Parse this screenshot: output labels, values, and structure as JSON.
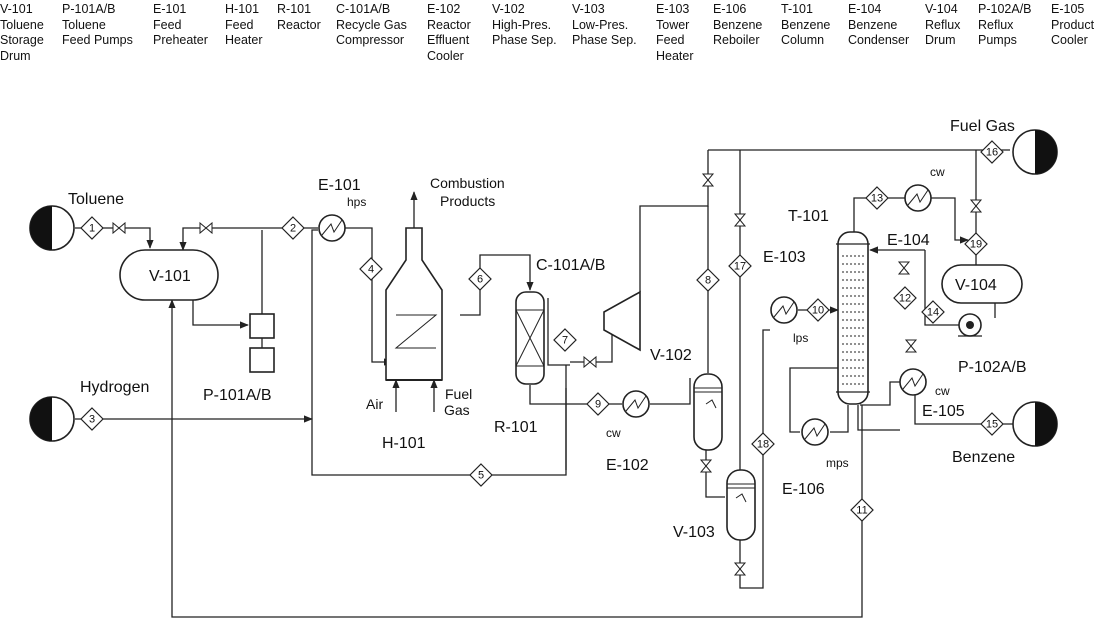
{
  "equipment_list": [
    {
      "tag": "V-101",
      "desc": "Toluene\nStorage\nDrum"
    },
    {
      "tag": "P-101A/B",
      "desc": "Toluene\nFeed Pumps"
    },
    {
      "tag": "E-101",
      "desc": "Feed\nPreheater"
    },
    {
      "tag": "H-101",
      "desc": "Feed\nHeater"
    },
    {
      "tag": "R-101",
      "desc": "Reactor"
    },
    {
      "tag": "C-101A/B",
      "desc": "Recycle Gas\nCompressor"
    },
    {
      "tag": "E-102",
      "desc": "Reactor\nEffluent\nCooler"
    },
    {
      "tag": "V-102",
      "desc": "High-Pres.\nPhase Sep."
    },
    {
      "tag": "V-103",
      "desc": "Low-Pres.\nPhase Sep."
    },
    {
      "tag": "E-103",
      "desc": "Tower\nFeed\nHeater"
    },
    {
      "tag": "E-106",
      "desc": "Benzene\nReboiler"
    },
    {
      "tag": "T-101",
      "desc": "Benzene\nColumn"
    },
    {
      "tag": "E-104",
      "desc": "Benzene\nCondenser"
    },
    {
      "tag": "V-104",
      "desc": "Reflux\nDrum"
    },
    {
      "tag": "P-102A/B",
      "desc": "Reflux\nPumps"
    },
    {
      "tag": "E-105",
      "desc": "Product\nCooler"
    }
  ],
  "diagram": {
    "feeds": {
      "toluene": "Toluene",
      "hydrogen": "Hydrogen"
    },
    "products": {
      "fuel_gas": "Fuel Gas",
      "benzene": "Benzene"
    },
    "tags": {
      "v101": "V-101",
      "p101": "P-101A/B",
      "e101": "E-101",
      "h101": "H-101",
      "r101": "R-101",
      "c101": "C-101A/B",
      "e102": "E-102",
      "v102": "V-102",
      "v103": "V-103",
      "e103": "E-103",
      "e106": "E-106",
      "t101": "T-101",
      "e104": "E-104",
      "v104": "V-104",
      "p102": "P-102A/B",
      "e105": "E-105"
    },
    "utilities": {
      "hps": "hps",
      "cw_e102": "cw",
      "lps": "lps",
      "mps": "mps",
      "cw_e104": "cw",
      "cw_e105": "cw",
      "combustion": "Combustion\nProducts",
      "air": "Air",
      "fuel_gas_h101": "Fuel\nGas"
    },
    "streams": [
      "1",
      "2",
      "3",
      "4",
      "5",
      "6",
      "7",
      "8",
      "9",
      "10",
      "11",
      "12",
      "14",
      "15",
      "16",
      "17",
      "18",
      "19",
      "13"
    ]
  }
}
